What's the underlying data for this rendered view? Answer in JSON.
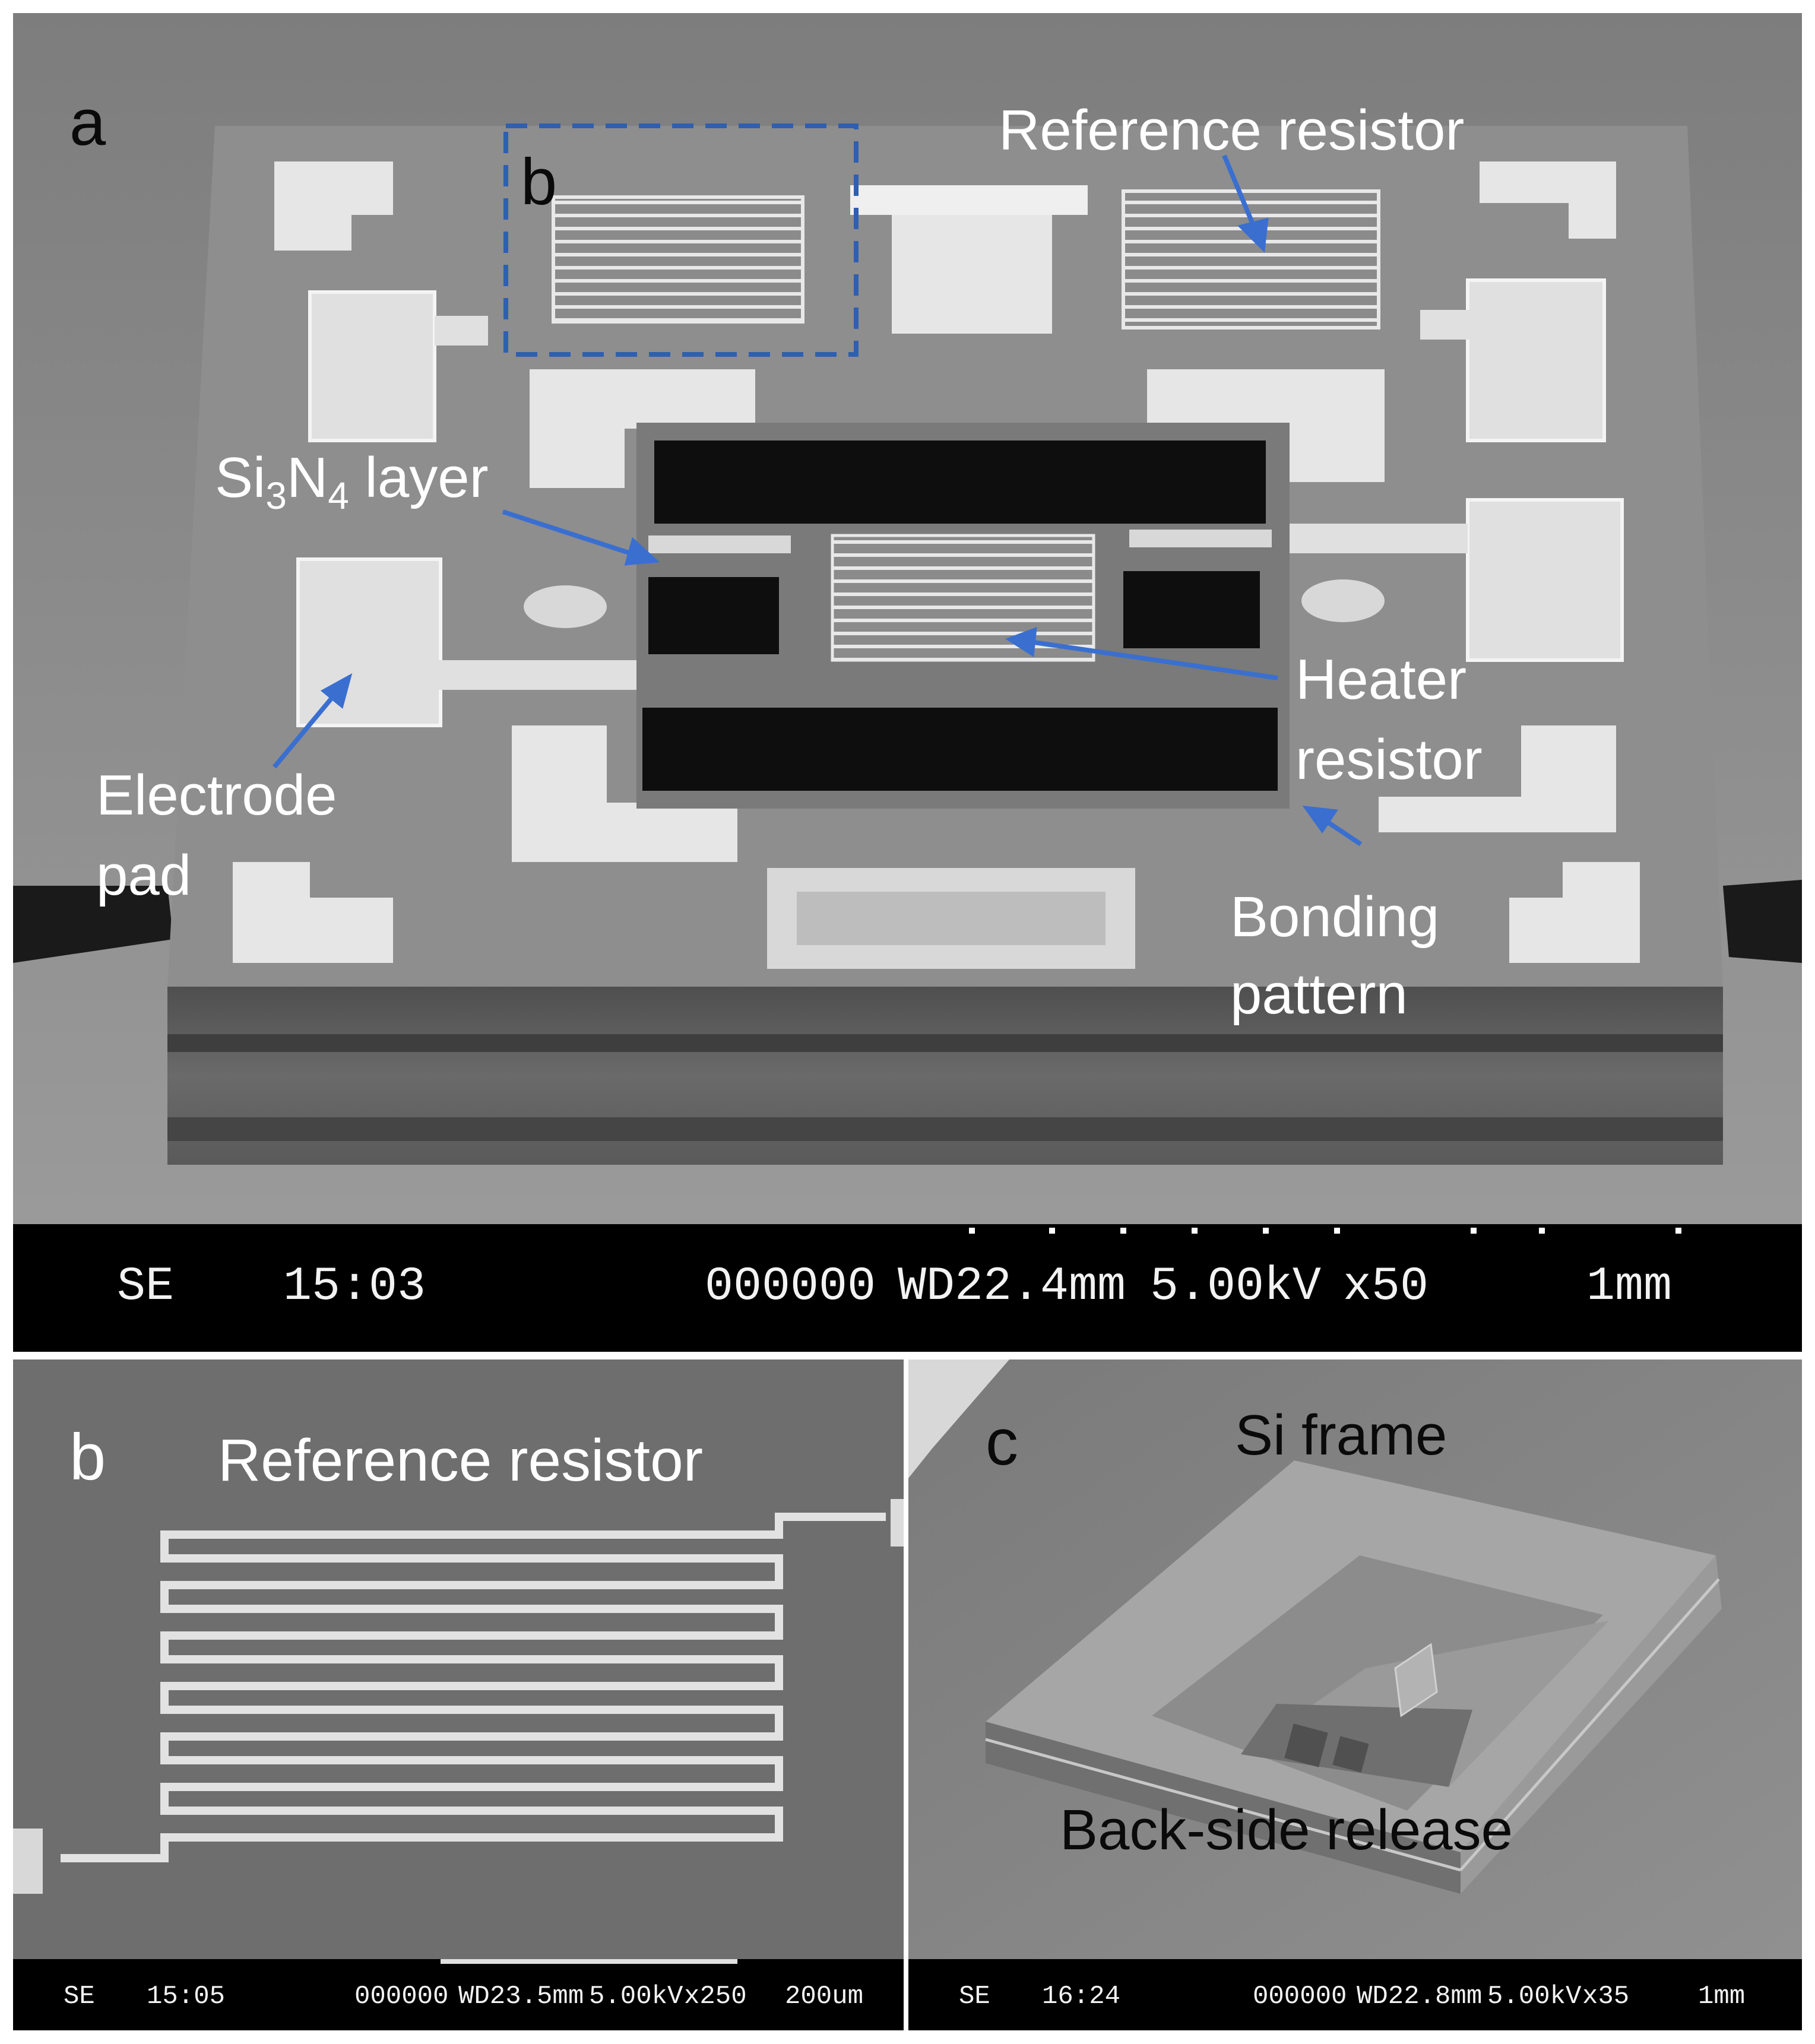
{
  "figure": {
    "panel_a": {
      "letter": "a",
      "inset_letter": "b",
      "labels": {
        "reference_resistor": "Reference resistor",
        "si3n4_prefix": "Si",
        "si3n4_sub1": "3",
        "si3n4_mid": "N",
        "si3n4_sub2": "4",
        "si3n4_suffix": " layer",
        "heater_line1": "Heater",
        "heater_line2": "resistor",
        "electrode_line1": "Electrode",
        "electrode_line2": "pad",
        "bonding_line1": "Bonding",
        "bonding_line2": "pattern"
      },
      "sem_info": {
        "mode": "SE",
        "time": "15:03",
        "counter": "000000",
        "wd": "WD22.4mm",
        "kv": "5.00kV",
        "mag": "x50",
        "scale": "1mm"
      }
    },
    "panel_b": {
      "letter": "b",
      "title": "Reference resistor",
      "sem_info": {
        "mode": "SE",
        "time": "15:05",
        "counter": "000000",
        "wd": "WD23.5mm",
        "kv": "5.00kV",
        "mag": "x250",
        "scale": "200um"
      }
    },
    "panel_c": {
      "letter": "c",
      "top_label": "Si frame",
      "bottom_label": "Back-side release",
      "sem_info": {
        "mode": "SE",
        "time": "16:24",
        "counter": "000000",
        "wd": "WD22.8mm",
        "kv": "5.00kV",
        "mag": "x35",
        "scale": "1mm"
      }
    },
    "colors": {
      "annotation_arrow": "#3a6fd0",
      "dashed_box": "#2f5fb0"
    }
  }
}
